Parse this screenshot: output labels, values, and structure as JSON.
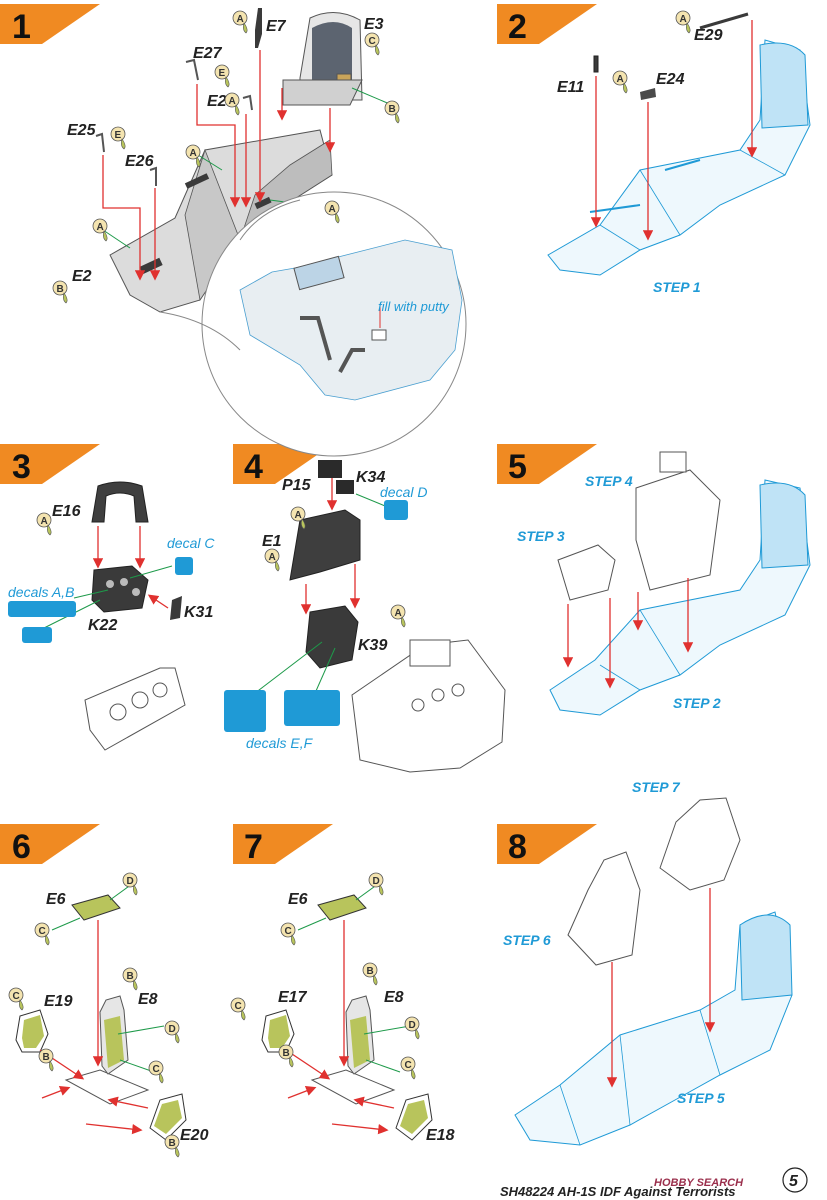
{
  "steps": {
    "s1": "1",
    "s2": "2",
    "s3": "3",
    "s4": "4",
    "s5": "5",
    "s6": "6",
    "s7": "7",
    "s8": "8"
  },
  "parts": {
    "e7": "E7",
    "e3": "E3",
    "e27": "E27",
    "e28": "E28",
    "e25": "E25",
    "e26": "E26",
    "e2": "E2",
    "e29": "E29",
    "e11": "E11",
    "e24": "E24",
    "e16": "E16",
    "k22": "K22",
    "k31": "K31",
    "p15": "P15",
    "k34": "K34",
    "e1": "E1",
    "k39": "K39",
    "e6a": "E6",
    "e19": "E19",
    "e8a": "E8",
    "e20": "E20",
    "e6b": "E6",
    "e17": "E17",
    "e8b": "E8",
    "e18": "E18"
  },
  "notes": {
    "fill_putty": "fill with putty",
    "decal_c": "decal C",
    "decals_ab": "decals A,B",
    "decal_d": "decal D",
    "decals_ef": "decals E,F",
    "step1": "STEP 1",
    "step2": "STEP 2",
    "step3": "STEP 3",
    "step4": "STEP 4",
    "step5": "STEP 5",
    "step6": "STEP 6",
    "step7": "STEP 7"
  },
  "footer": {
    "product": "SH48224 AH-1S IDF Against Terrorists",
    "page": "5",
    "watermark": "HOBBY SEARCH"
  },
  "colors": {
    "step_banner": "#f08a22",
    "blue": "#1f9ad6",
    "light_blue_fill": "#d6eefb",
    "gray_part": "#d9d9d9",
    "dark_part": "#4a4a4a",
    "paint_a": "#f4e4b0",
    "paint_b": "#f4e4b0",
    "paint_green": "#b8c45c",
    "arrow_red": "#e0312f",
    "leader_green": "#1e9a4a"
  },
  "paint_codes": [
    "A",
    "B",
    "C",
    "D",
    "E"
  ]
}
